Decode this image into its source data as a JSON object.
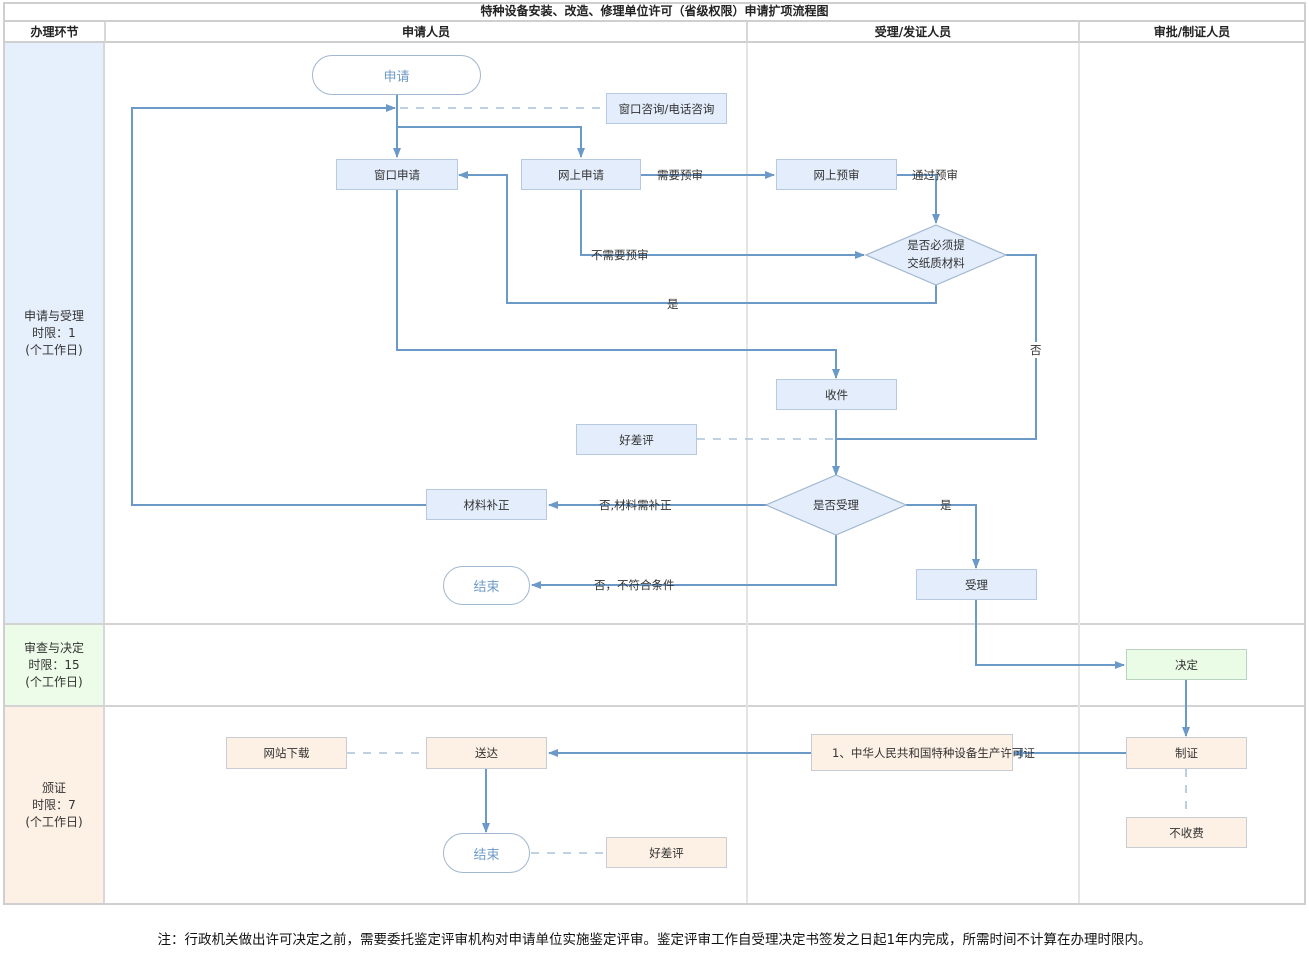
{
  "title": "特种设备安装、改造、修理单位许可（省级权限）申请扩项流程图",
  "headers": {
    "phase": "办理环节",
    "applicant": "申请人员",
    "acceptor": "受理/发证人员",
    "approver": "审批/制证人员"
  },
  "phases": [
    {
      "name": "申请与受理",
      "limit": "时限：1",
      "unit": "(个工作日)",
      "color": "#e6effc"
    },
    {
      "name": "审查与决定",
      "limit": "时限：15",
      "unit": "(个工作日)",
      "color": "#edfbe9"
    },
    {
      "name": "颁证",
      "limit": "时限：7",
      "unit": "(个工作日)",
      "color": "#fdf1e6"
    }
  ],
  "nodes": {
    "start": "申请",
    "consult": "窗口咨询/电话咨询",
    "window_apply": "窗口申请",
    "online_apply": "网上申请",
    "online_precheck": "网上预审",
    "paper_decision_l1": "是否必须提",
    "paper_decision_l2": "交纸质材料",
    "receive": "收件",
    "rating1": "好差评",
    "accept_decision": "是否受理",
    "supplement": "材料补正",
    "end1": "结束",
    "accept": "受理",
    "decide": "决定",
    "make_cert": "制证",
    "no_fee": "不收费",
    "certificate": "1、中华人民共和国特种设备生产许可证",
    "deliver": "送达",
    "web_download": "网站下载",
    "end2": "结束",
    "rating2": "好差评"
  },
  "edge_labels": {
    "need_precheck": "需要预审",
    "pass_precheck": "通过预审",
    "no_precheck": "不需要预审",
    "yes1": "是",
    "no1": "否",
    "no_supplement": "否,材料需补正",
    "yes2": "是",
    "no_unqualified": "否，不符合条件"
  },
  "colors": {
    "line": "#6b9ac8",
    "dash": "#a9c3dc",
    "node_blue": "#e3edfb",
    "node_green": "#eafbe6",
    "node_peach": "#fdf0e5",
    "terminal_text": "#6e9bc7"
  },
  "note": "注：行政机关做出许可决定之前，需要委托鉴定评审机构对申请单位实施鉴定评审。鉴定评审工作自受理决定书签发之日起1年内完成，所需时间不计算在办理时限内。"
}
